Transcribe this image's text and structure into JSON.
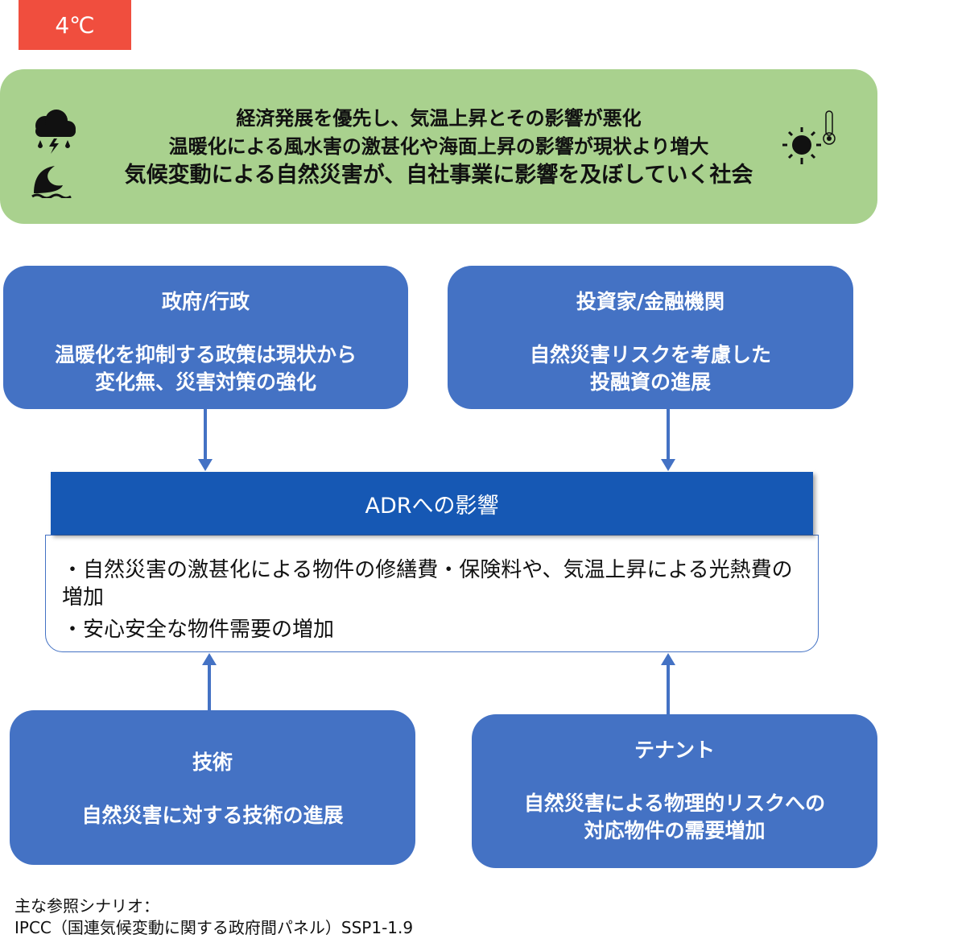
{
  "badge": "4℃",
  "scenario": {
    "lines": [
      "経済発展を優先し、気温上昇とその影響が悪化",
      "温暖化による風水害の激甚化や海面上昇の影響が現状より増大",
      "気候変動による自然災害が、自社事業に影響を及ぼしていく社会"
    ],
    "icons": [
      "storm-cloud-icon",
      "wave-icon",
      "sun-icon",
      "thermometer-icon"
    ]
  },
  "boxes": {
    "government": {
      "title": "政府/行政",
      "desc": [
        "温暖化を抑制する政策は現状から",
        "変化無、災害対策の強化"
      ]
    },
    "investors": {
      "title": "投資家/金融機関",
      "desc": [
        "自然災害リスクを考慮した",
        "投融資の進展"
      ]
    },
    "technology": {
      "title": "技術",
      "desc": [
        "自然災害に対する技術の進展"
      ]
    },
    "tenants": {
      "title": "テナント",
      "desc": [
        "自然災害による物理的リスクへの",
        "対応物件の需要増加"
      ]
    }
  },
  "adr": {
    "title": "ADRへの影響",
    "items": [
      "・自然災害の激甚化による物件の修繕費・保険料や、気温上昇による光熱費の増加",
      "・安心安全な物件需要の増加"
    ]
  },
  "footer": {
    "line1": "主な参照シナリオ：",
    "line2": "IPCC（国連気候変動に関する政府間パネル）SSP1-1.9"
  },
  "colors": {
    "badge": "#f04e3e",
    "scenario": "#a9d18e",
    "box": "#4472c4",
    "adr": "#1658b4"
  }
}
